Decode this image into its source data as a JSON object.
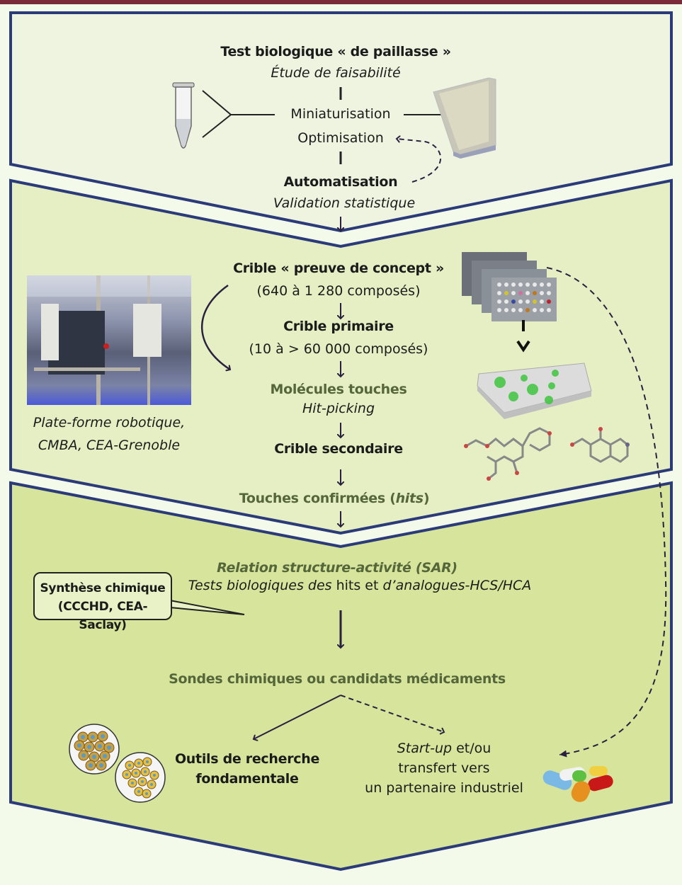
{
  "stage1": {
    "title": "Test biologique « de paillasse »",
    "subtitle": "Étude de faisabilité",
    "step_miniaturisation": "Miniaturisation",
    "step_optimisation": "Optimisation",
    "step_automatisation": "Automatisation",
    "step_validation": "Validation statistique",
    "icons": [
      "microtube-icon",
      "microplate-icon"
    ]
  },
  "stage2": {
    "poc_title": "Crible « preuve de concept »",
    "poc_count": "(640 à 1 280 composés)",
    "primary_title": "Crible primaire",
    "primary_count": "(10 à > 60 000 composés)",
    "hits_title": "Molécules touches",
    "hits_subtitle": "Hit-picking",
    "secondary_title": "Crible secondaire",
    "photo_caption_line1": "Plate-forme robotique,",
    "photo_caption_line2": "CMBA, CEA-Grenoble",
    "icons": [
      "robotic-platform-photo",
      "stacked-plates-icon",
      "hit-plate-icon",
      "molecule-icon"
    ]
  },
  "stage3": {
    "confirmed_hits_prefix": "Touches confirmées (",
    "confirmed_hits_italic": "hits",
    "confirmed_hits_suffix": ")",
    "sar_title": "Relation structure-activité (SAR)",
    "sar_line_italic1": "Tests biologiques des ",
    "sar_line_regular": "hits et ",
    "sar_line_italic2": "d’analogues-HCS/HCA",
    "callout_line1": "Synthèse chimique",
    "callout_line2": "(CCCHD, CEA-Saclay)",
    "probes_title": "Sondes chimiques ou candidats médicaments",
    "outcome_research_line1": "Outils de recherche",
    "outcome_research_line2": "fondamentale",
    "outcome_startup_italic": "Start-up",
    "outcome_startup_rest": " et/ou",
    "outcome_transfer_line2": "transfert vers",
    "outcome_transfer_line3": "un partenaire industriel",
    "icons": [
      "cell-culture-icon",
      "pills-icon"
    ]
  },
  "colors": {
    "border": "#2b3a78",
    "stage1_fill": "#eef4e0",
    "stage2_fill": "#e6efc4",
    "stage3_fill": "#d7e49c",
    "highlight_text": "#55663a",
    "header_bar": "#7a2a38"
  }
}
